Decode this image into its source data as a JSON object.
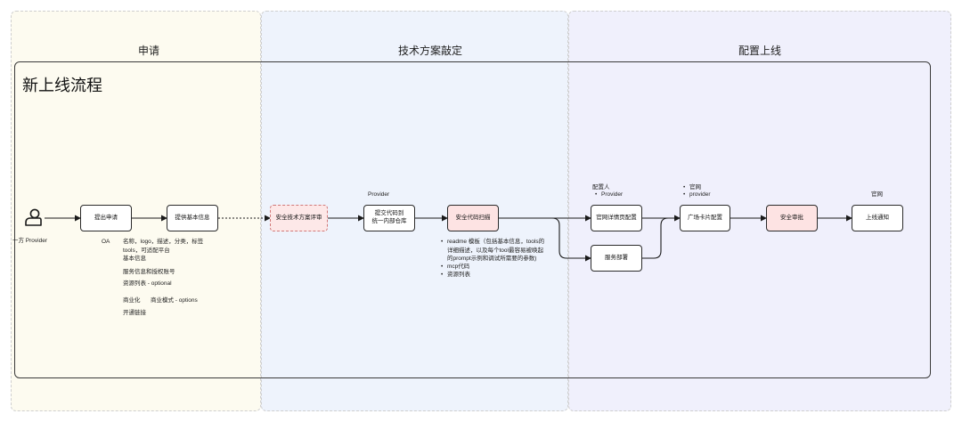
{
  "lanes": {
    "apply": "申请",
    "tech": "技术方案敲定",
    "deploy": "配置上线"
  },
  "frame_title": "新上线流程",
  "actor": "一方 Provider",
  "nodes": {
    "submit_application": "提出申请",
    "provide_basic_info": "提供基本信息",
    "security_review": "安全技术方案评审",
    "submit_code": [
      "提交代码到",
      "统一内部仓库"
    ],
    "security_scan": "安全代码扫描",
    "site_detail_config": "官网详情页配置",
    "service_deploy": "服务部署",
    "plaza_card_config": "广场卡片配置",
    "security_approval": "安全审批",
    "launch_notice": "上线通知"
  },
  "notes": {
    "oa": "OA",
    "basic_info": [
      "名称，logo，描述，分类，标签",
      "tools，可适配平台",
      "基本信息",
      "服务信息和授权账号",
      "资源列表 - optional"
    ],
    "commerce": "商业化",
    "business_model": "商业模式 - options",
    "open_link": "开通链接",
    "provider_label": "Provider",
    "scan_items": [
      "readme 模板（包括基本信息，tools的",
      "详细描述，以及每个tool最容易被唤起",
      "的prompt示例和调试所需要的参数)",
      "mcp代码",
      "资源列表"
    ],
    "config_person": "配置人",
    "config_person_items": [
      "Provider"
    ],
    "plaza_items": [
      "官网",
      "provider"
    ],
    "launch_label": "官网"
  },
  "colors": {
    "lane_apply": "#fdfbf0",
    "lane_tech": "#eef3fc",
    "lane_deploy": "#f0f0fc",
    "highlight": "#fde3e3",
    "line": "#1a1a1a"
  }
}
